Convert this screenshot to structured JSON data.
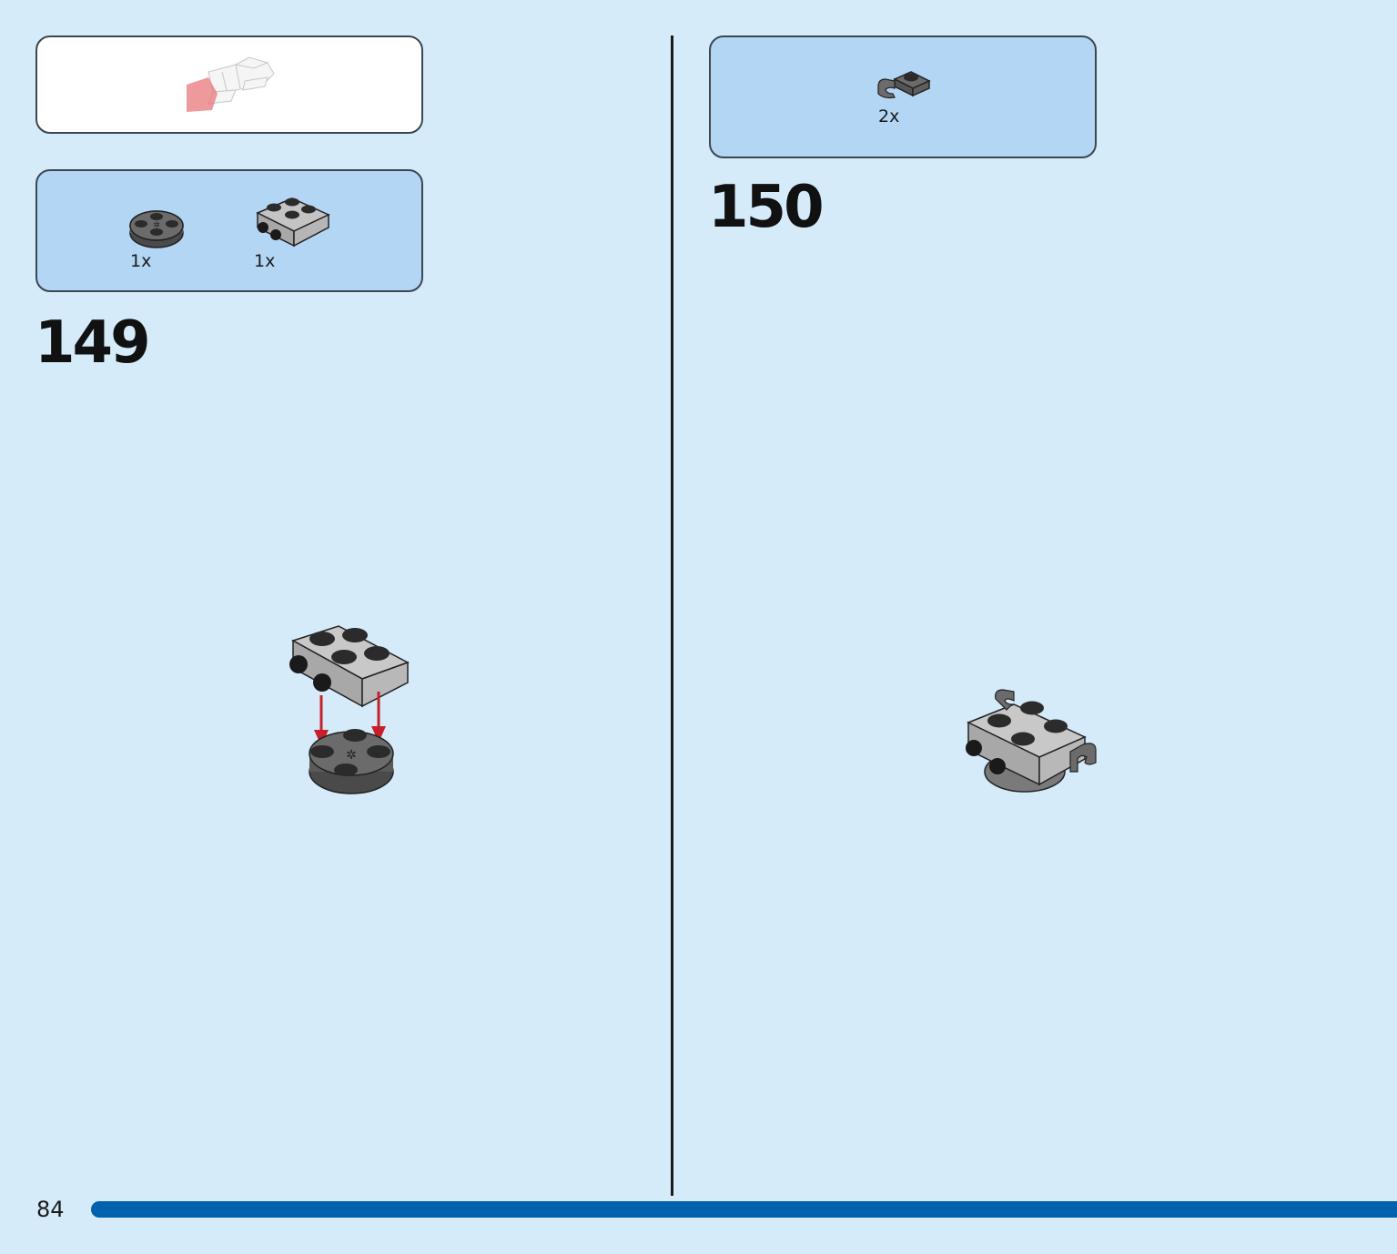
{
  "page": {
    "number": "84"
  },
  "steps": [
    {
      "number": "149",
      "parts": [
        {
          "qty": "1x",
          "icon": "round-plate-2x2-dark-grey-icon"
        },
        {
          "qty": "1x",
          "icon": "plate-2x2-with-wheel-pins-light-grey-icon"
        }
      ]
    },
    {
      "number": "150",
      "parts": [
        {
          "qty": "2x",
          "icon": "plate-1x1-with-clip-dark-grey-icon"
        }
      ]
    }
  ],
  "colors": {
    "background": "#d5ebfa",
    "parts_box": "#b3d6f4",
    "page_bar": "#0062ad",
    "arrow": "#c8202a",
    "dark_grey": "#6b6b6b",
    "light_grey": "#b8b8b8"
  }
}
